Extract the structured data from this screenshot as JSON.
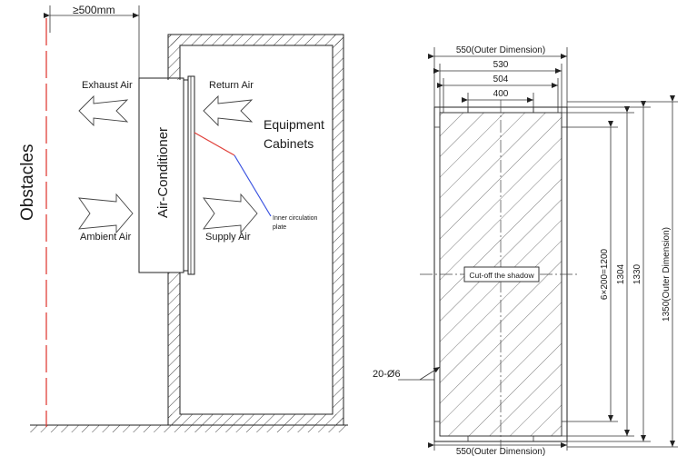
{
  "left_diagram": {
    "clearance_label": "≥500mm",
    "obstacles_label": "Obstacles",
    "exhaust_air_label": "Exhaust Air",
    "ambient_air_label": "Ambient Air",
    "return_air_label": "Return Air",
    "supply_air_label": "Supply Air",
    "air_conditioner_label": "Air-Conditioner",
    "equipment_label_line1": "Equipment",
    "equipment_label_line2": "Cabinets",
    "inner_plate_line1": "Inner circulation",
    "inner_plate_line2": "plate",
    "colors": {
      "obstacle_line": "#e0403a",
      "red_leader": "#e0403a",
      "blue_leader": "#3a52e0",
      "hatch": "#333333"
    }
  },
  "right_diagram": {
    "outer_width_top": "550(Outer Dimension)",
    "width_530": "530",
    "width_504": "504",
    "width_400": "400",
    "outer_width_bottom": "550(Outer Dimension)",
    "hole_spacing": "6×200=1200",
    "height_1304": "1304",
    "height_1330": "1330",
    "outer_height": "1350(Outer Dimension)",
    "cutout_label": "Cut-off the shadow",
    "hole_callout": "20-Ø6"
  }
}
